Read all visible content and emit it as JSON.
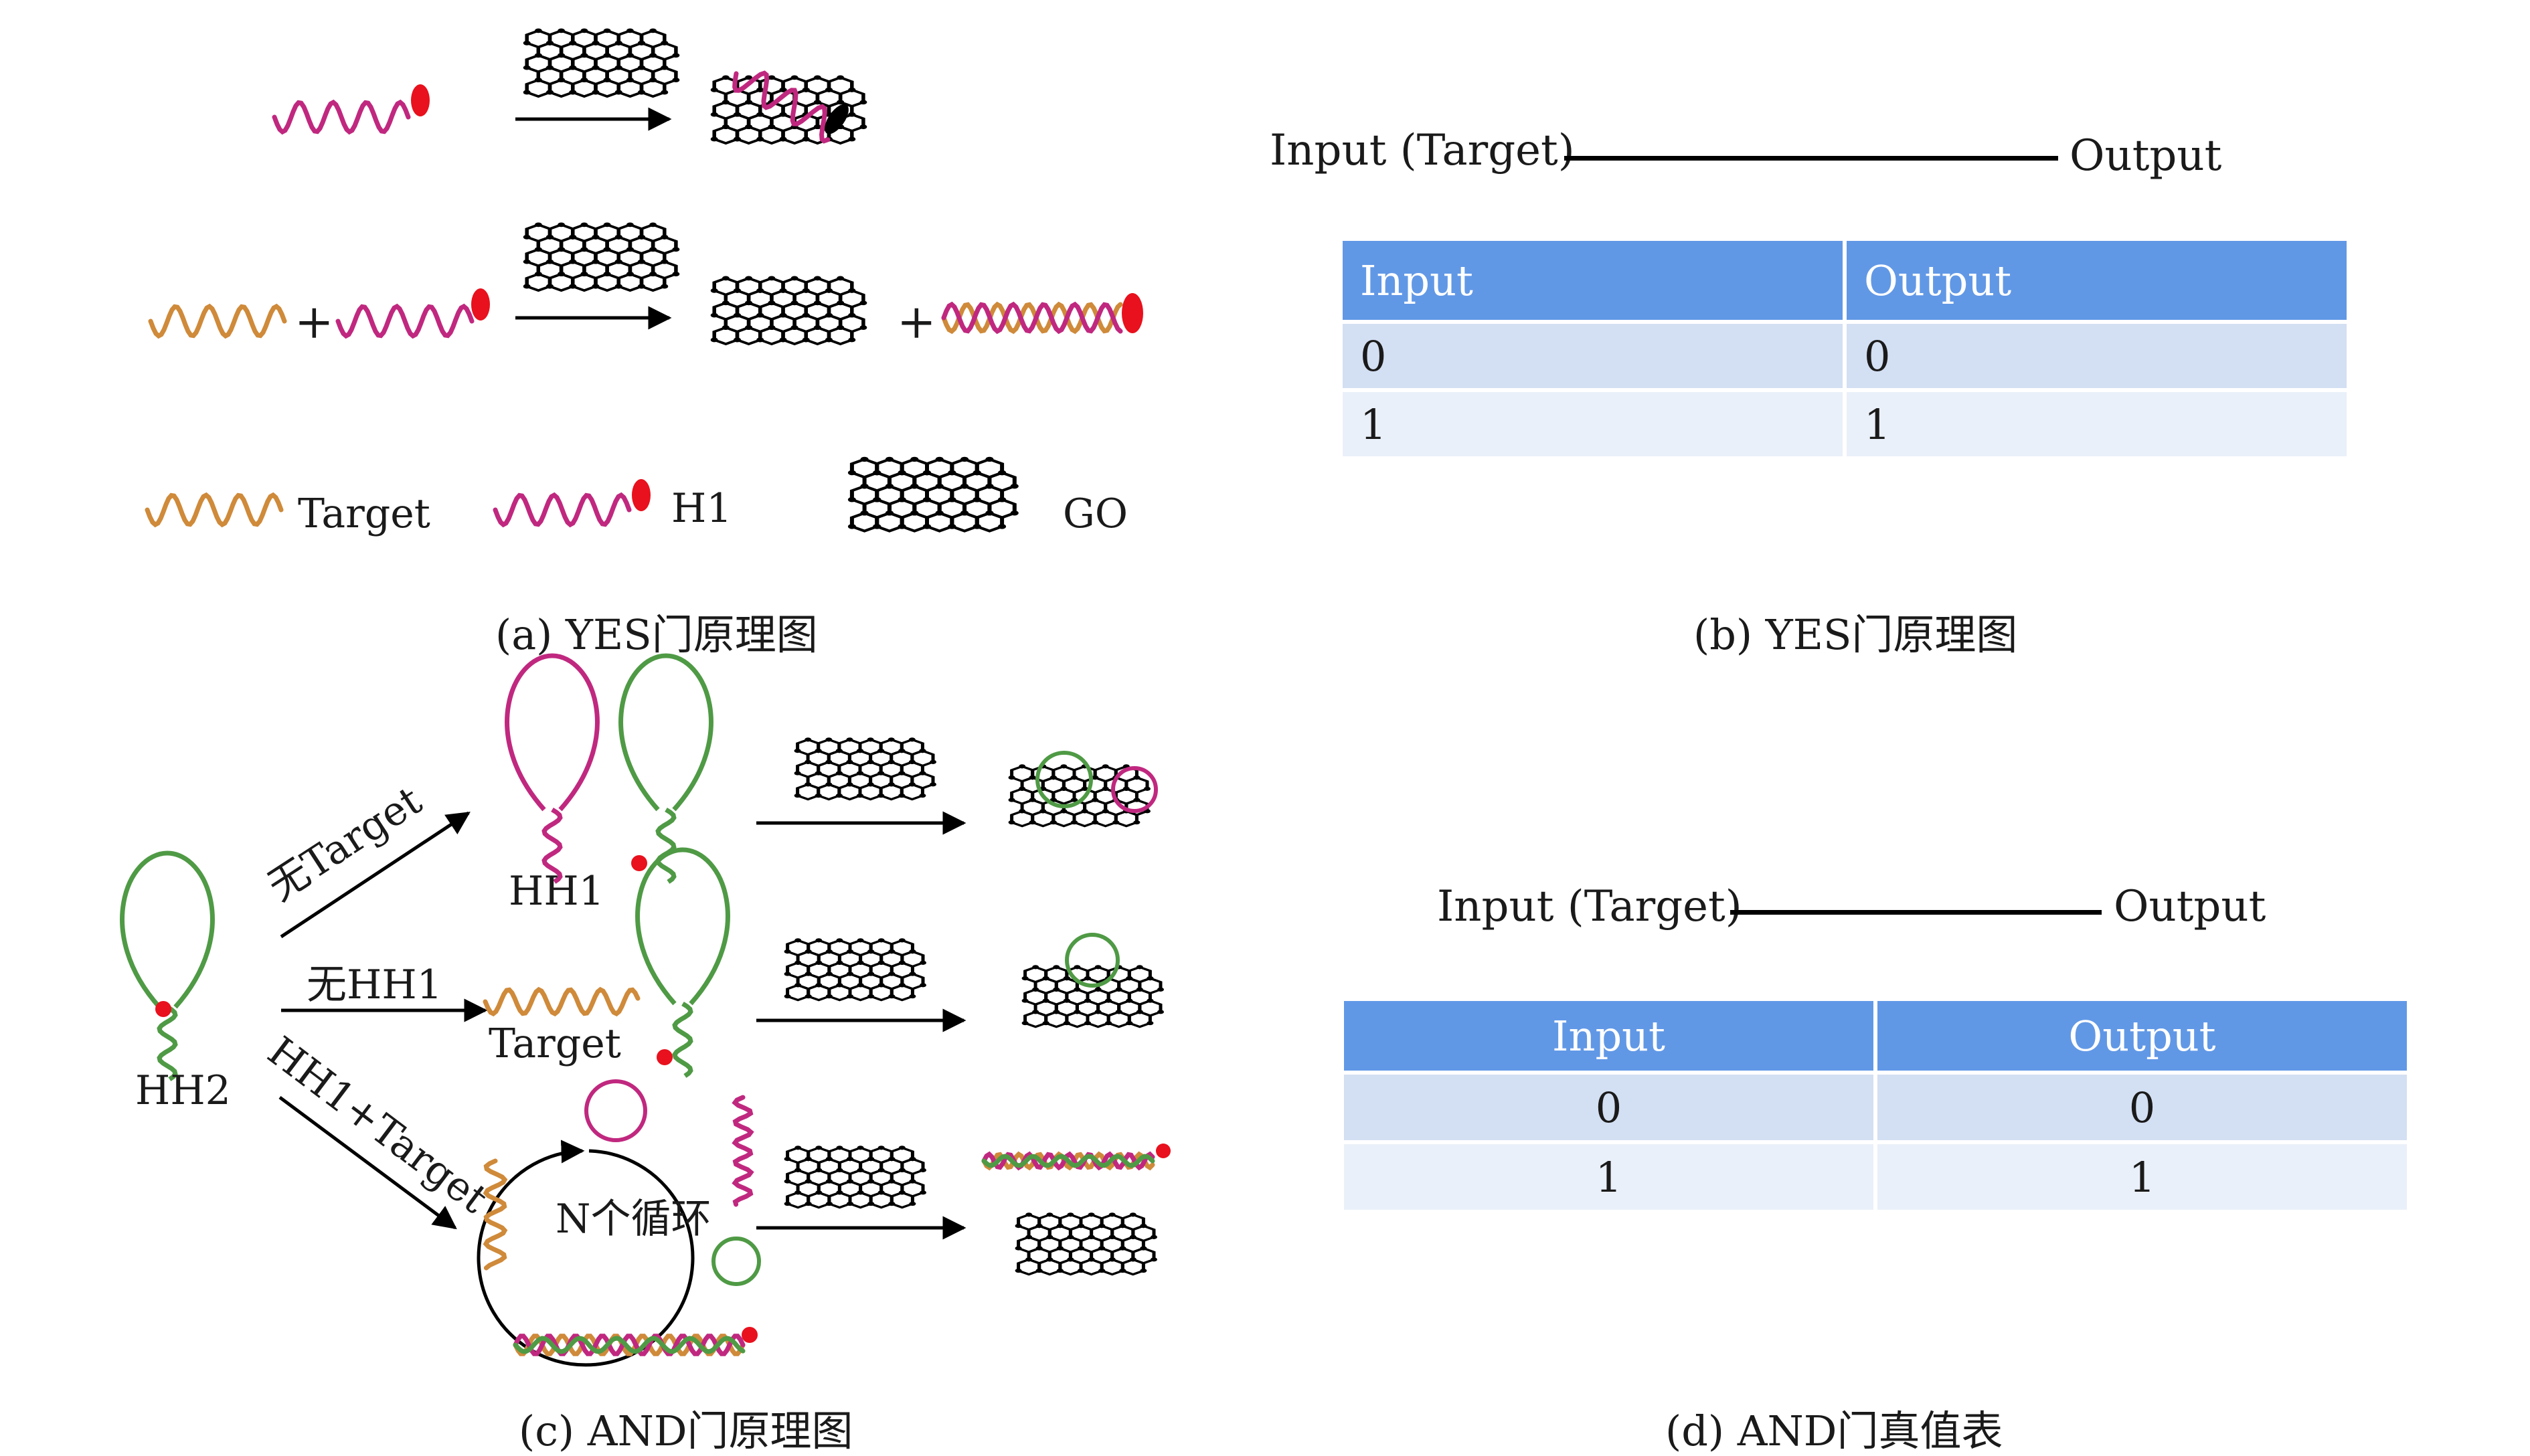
{
  "legend": {
    "target": "Target",
    "h1": "H1",
    "go": "GO"
  },
  "panel_c": {
    "no_target": "无Target",
    "no_hh1": "无HH1",
    "hh1_target": "HH1+Target",
    "hh1": "HH1",
    "hh2": "HH2",
    "target": "Target",
    "cycle": "N个循环"
  },
  "captions": {
    "a": "(a) YES门原理图",
    "b": "(b) YES门原理图",
    "c": "(c) AND门原理图",
    "d": "(d) AND门真值表"
  },
  "yes_gate": {
    "input_label": "Input (Target)",
    "output_label": "Output",
    "table": {
      "headers": [
        "Input",
        "Output"
      ],
      "rows": [
        [
          "0",
          "0"
        ],
        [
          "1",
          "1"
        ]
      ]
    }
  },
  "and_gate": {
    "input_label": "Input (Target)",
    "output_label": "Output",
    "table": {
      "headers": [
        "Input",
        "Output"
      ],
      "rows": [
        [
          "0",
          "0"
        ],
        [
          "1",
          "1"
        ]
      ]
    }
  },
  "colors": {
    "target": "#cf8a3a",
    "h1": "#c0287f",
    "hh2": "#4f9a45",
    "dot": "#e8111d",
    "table_header": "#6198e6",
    "row_a": "#d3dff2",
    "row_b": "#eaf0f9"
  }
}
